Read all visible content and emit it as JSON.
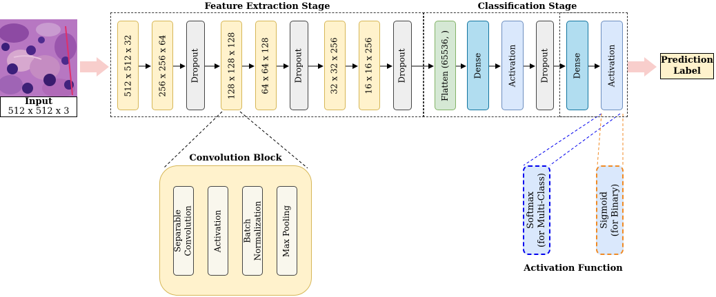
{
  "input": {
    "title": "Input",
    "size": "512 x 512 x 3",
    "image": "histopathology-tissue-image"
  },
  "feature_stage": {
    "title": "Feature Extraction Stage",
    "blocks": [
      {
        "label": "512 x 512 x 32",
        "kind": "conv"
      },
      {
        "label": "256 x 256 x 64",
        "kind": "conv"
      },
      {
        "label": "Dropout",
        "kind": "dropout"
      },
      {
        "label": "128 x 128 x 128",
        "kind": "conv"
      },
      {
        "label": "64 x 64 x 128",
        "kind": "conv"
      },
      {
        "label": "Dropout",
        "kind": "dropout"
      },
      {
        "label": "32 x 32 x 256",
        "kind": "conv"
      },
      {
        "label": "16 x 16 x 256",
        "kind": "conv"
      },
      {
        "label": "Dropout",
        "kind": "dropout"
      }
    ]
  },
  "classification_stage": {
    "title": "Classification Stage",
    "blocks": [
      {
        "label": "Flatten (65536, )",
        "kind": "flatten"
      },
      {
        "label": "Dense",
        "kind": "dense"
      },
      {
        "label": "Activation",
        "kind": "activation"
      },
      {
        "label": "Dropout",
        "kind": "dropout"
      },
      {
        "label": "Dense",
        "kind": "dense"
      },
      {
        "label": "Activation",
        "kind": "activation"
      }
    ]
  },
  "output": {
    "line1": "Prediction",
    "line2": "Label"
  },
  "convolution_block": {
    "title": "Convolution Block",
    "steps": [
      {
        "line1": "Separable",
        "line2": "Convolution"
      },
      {
        "line1": "Activation",
        "line2": ""
      },
      {
        "line1": "Batch",
        "line2": "Normalization"
      },
      {
        "line1": "Max Pooling",
        "line2": ""
      }
    ]
  },
  "activation_function": {
    "title": "Activation Function",
    "options": [
      {
        "line1": "Softmax",
        "line2": "(for Multi-Class)",
        "color": "#0000ee"
      },
      {
        "line1": "Sigmoid",
        "line2": "(for Binary)",
        "color": "#f08a24"
      }
    ]
  },
  "colors": {
    "conv": "#fff2cc",
    "dropout": "#eeeeee",
    "flatten": "#d5e8d4",
    "dense": "#b1ddf0",
    "activation": "#dae8fc",
    "big_arrow": "#f8cecc"
  }
}
